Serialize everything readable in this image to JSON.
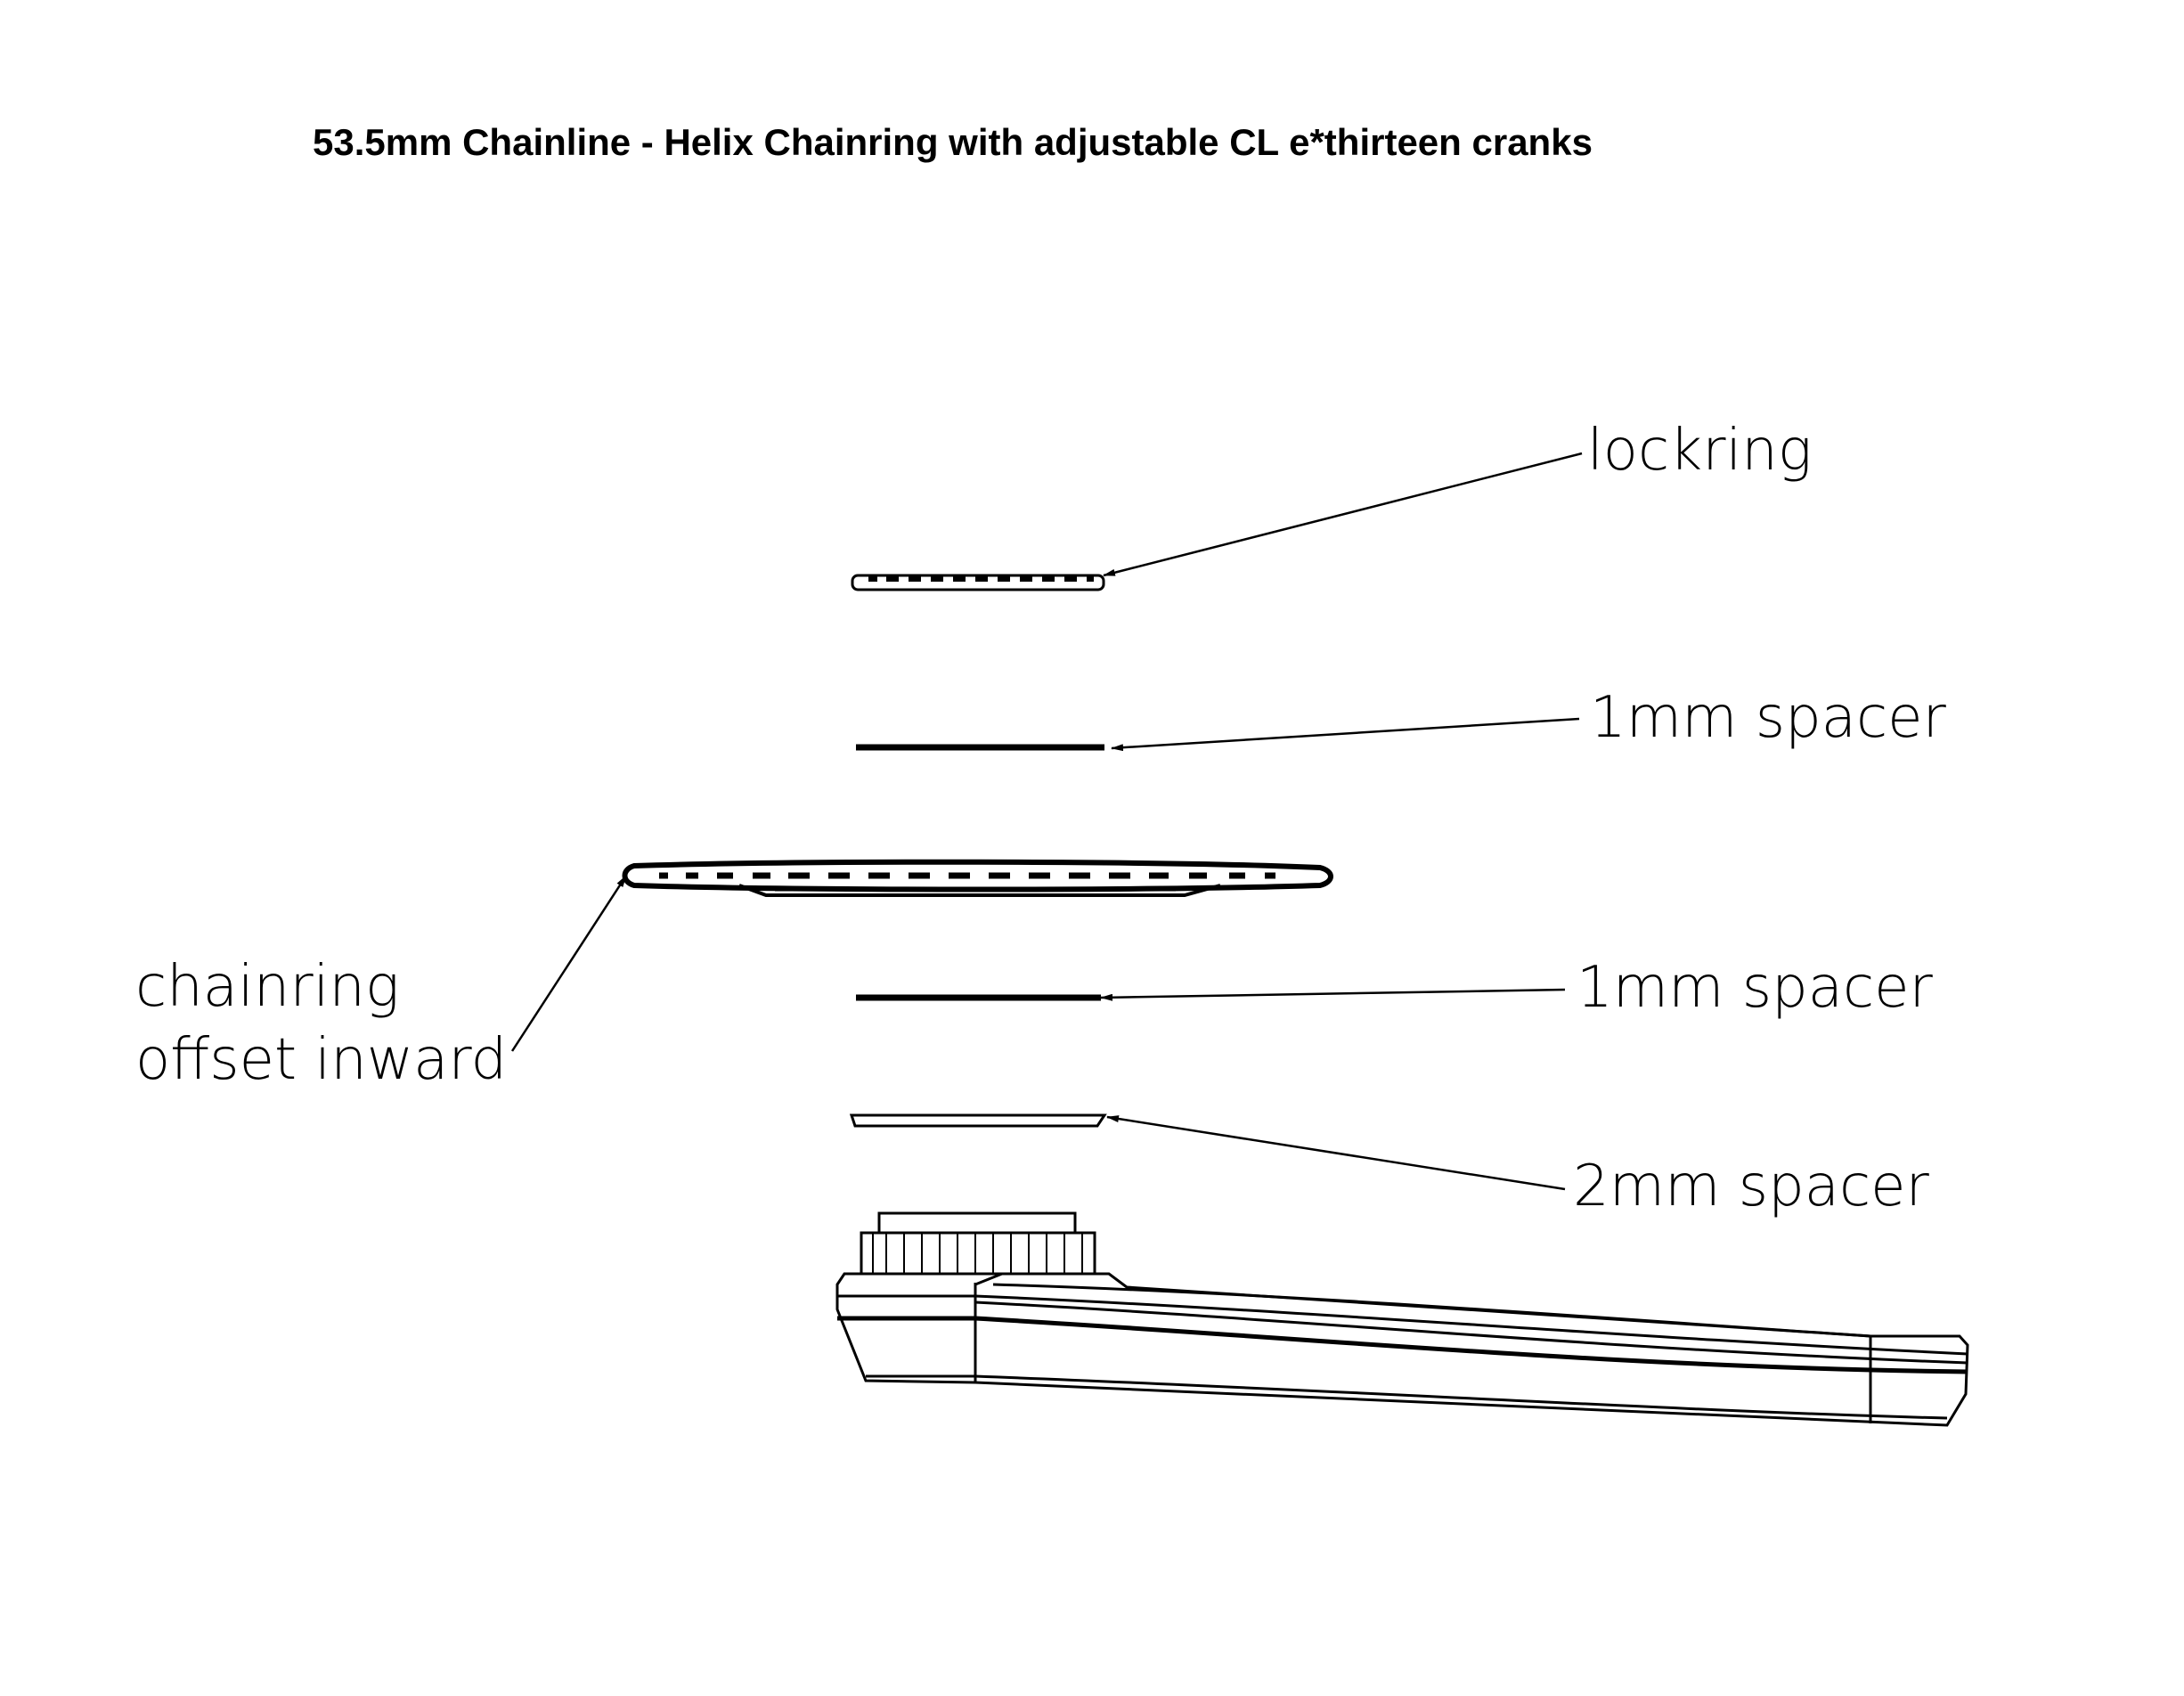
{
  "title": "53.5mm Chainline - Helix Chainring with adjustable CL e*thirteen cranks",
  "labels": {
    "lockring": "lockring",
    "spacer_1mm_top": "1mm spacer",
    "chainring_line1": "chainring",
    "chainring_line2": "offset inward",
    "spacer_1mm_bottom": "1mm spacer",
    "spacer_2mm": "2mm spacer"
  }
}
